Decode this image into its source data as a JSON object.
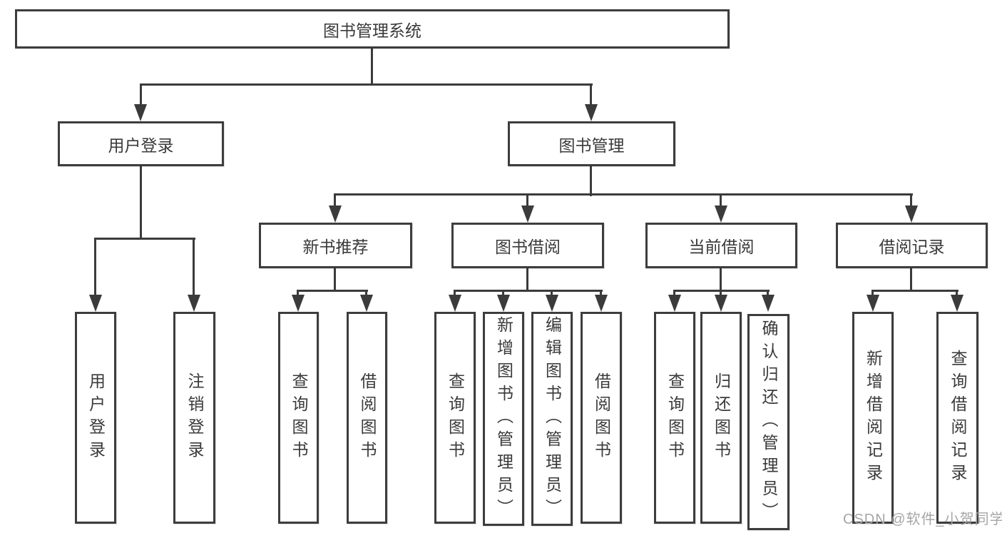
{
  "diagram_type": "hierarchy-tree",
  "watermark": "CSDN @软件_小贺同学",
  "colors": {
    "line": "#3b3b3b",
    "box_border": "#3d3d3d",
    "box_background": "#ffffff",
    "text": "#3a3a3a",
    "watermark": "#a6a6a6",
    "page_background": "#ffffff"
  },
  "tree": {
    "label": "图书管理系统",
    "children": [
      {
        "label": "用户登录",
        "children": [
          {
            "label": "用户登录"
          },
          {
            "label": "注销登录"
          }
        ]
      },
      {
        "label": "图书管理",
        "children": [
          {
            "label": "新书推荐",
            "children": [
              {
                "label": "查询图书"
              },
              {
                "label": "借阅图书"
              }
            ]
          },
          {
            "label": "图书借阅",
            "children": [
              {
                "label": "查询图书"
              },
              {
                "label": "新增图书（管理员）"
              },
              {
                "label": "编辑图书（管理员）"
              },
              {
                "label": "借阅图书"
              }
            ]
          },
          {
            "label": "当前借阅",
            "children": [
              {
                "label": "查询图书"
              },
              {
                "label": "归还图书"
              },
              {
                "label": "确认归还（管理员）"
              }
            ]
          },
          {
            "label": "借阅记录",
            "children": [
              {
                "label": "新增借阅记录"
              },
              {
                "label": "查询借阅记录"
              }
            ]
          }
        ]
      }
    ]
  }
}
